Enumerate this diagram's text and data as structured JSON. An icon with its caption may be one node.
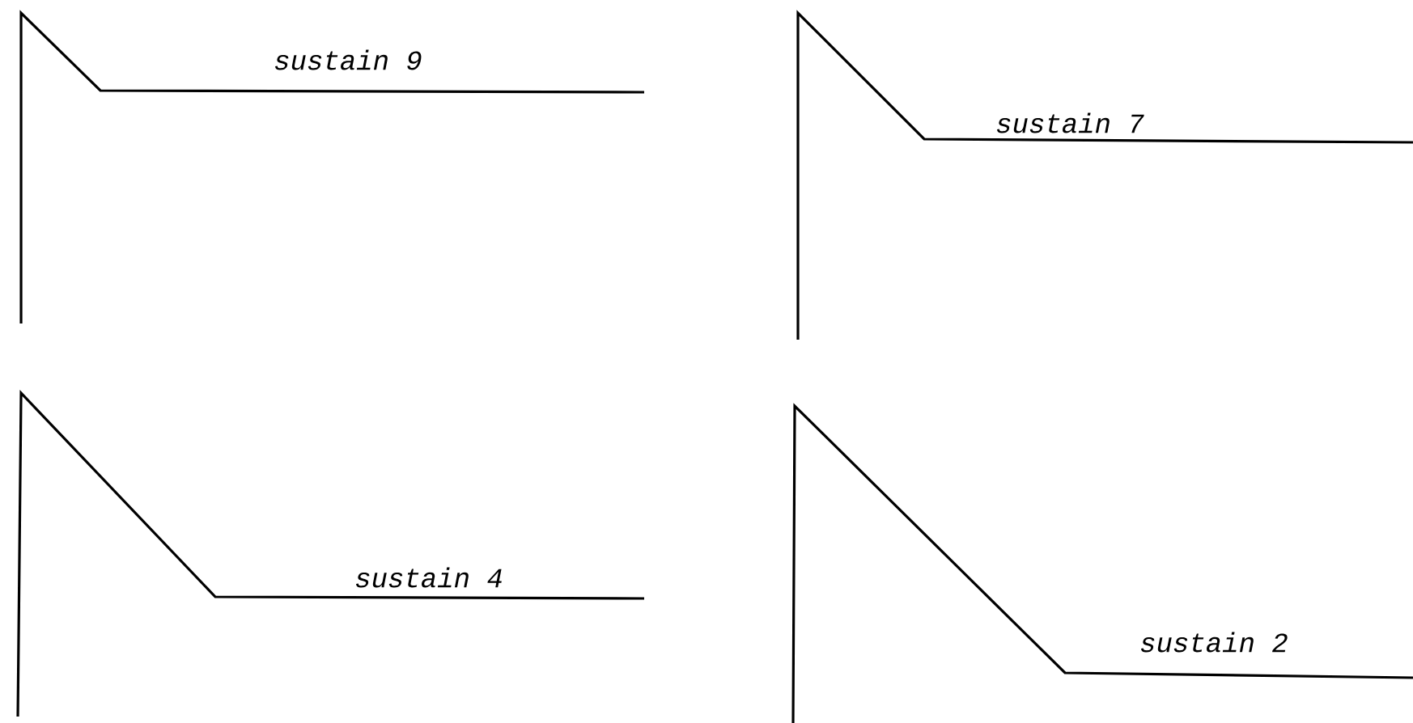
{
  "diagram": {
    "labels": [
      "sustain 9",
      "sustain 7",
      "sustain 4",
      "sustain 2"
    ]
  }
}
